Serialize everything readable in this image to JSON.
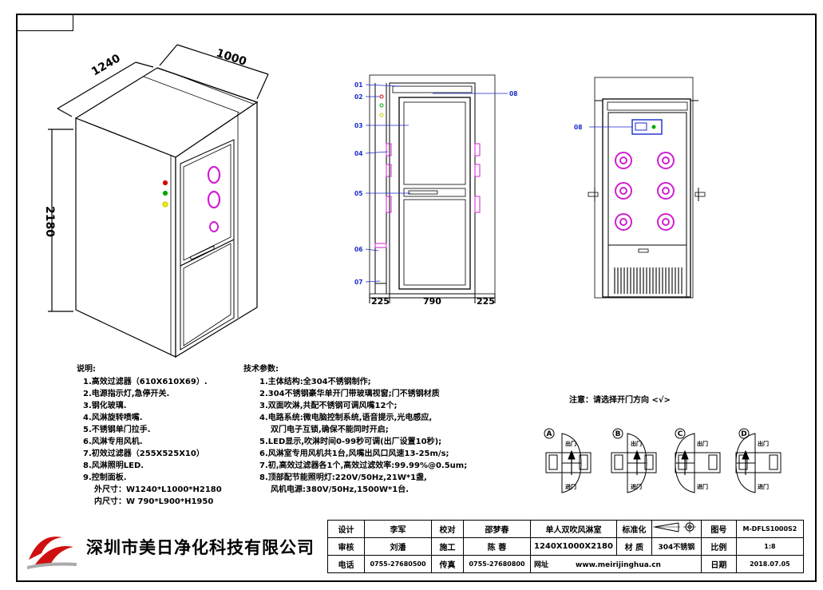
{
  "dimensions": {
    "width_3d": "1240",
    "depth_3d": "1000",
    "height_3d": "2180",
    "front_left": "225",
    "front_mid": "790",
    "front_right": "225"
  },
  "part_labels": [
    "01",
    "02",
    "03",
    "04",
    "05",
    "06",
    "07",
    "08"
  ],
  "control_label": "08",
  "notes": {
    "title": "说明:",
    "items": [
      "1.高效过滤器（610X610X69）.",
      "2.电源指示灯,急停开关.",
      "3.钢化玻璃.",
      "4.风淋旋转喷嘴.",
      "5.不锈钢单门拉手.",
      "6.风淋专用风机.",
      "7.初效过滤器（255X525X10）",
      "8.风淋照明LED.",
      "9.控制面板.",
      "外尺寸：W1240*L1000*H2180",
      "内尺寸：W 790*L900*H1950"
    ]
  },
  "tech": {
    "title": "技术参数:",
    "items": [
      "1.主体结构:全304不锈钢制作;",
      "2.304不锈钢豪华单开门带玻璃视窗;门不锈钢材质",
      "3.双面吹淋,共配不锈钢可调风嘴12个;",
      "4.电路系统:微电脑控制系统,语音提示,光电感应,",
      "双门电子互锁,确保不能同时开启;",
      "5.LED显示,吹淋时间0-99秒可调(出厂设置10秒);",
      "6.风淋室专用风机共1台,风嘴出风口风速13-25m/s;",
      "7.初,高效过滤器各1个,高效过滤效率:99.99%@0.5um;",
      "8.顶部配节能照明灯:220V/50Hz,21W*1盏,",
      "风机电源:380V/50Hz,1500W*1台."
    ]
  },
  "door_note": "注意：请选择开门方向 <√>",
  "door_options": [
    {
      "letter": "A",
      "out": "出门",
      "in": "进门"
    },
    {
      "letter": "B",
      "out": "出门",
      "in": "进门"
    },
    {
      "letter": "C",
      "out": "出门",
      "in": "进门"
    },
    {
      "letter": "D",
      "out": "出门",
      "in": "进门"
    }
  ],
  "title_block": {
    "company": "深圳市美日净化科技有限公司",
    "design_label": "设计",
    "design_value": "李军",
    "check_label": "校对",
    "check_value": "邵梦春",
    "product": "单人双吹风淋室",
    "standard_label": "标准化",
    "drawing_no_label": "图号",
    "drawing_no_value": "M-DFLS1000S2",
    "review_label": "审核",
    "review_value": "刘潘",
    "construction_label": "施工",
    "construction_value": "陈 蓉",
    "size_value": "1240X1000X2180",
    "material_label": "材 质",
    "material_value": "304不锈钢",
    "scale_label": "比例",
    "scale_value": "1:8",
    "phone_label": "电话",
    "phone_value": "0755-27680500",
    "fax_label": "传真",
    "fax_value": "0755-27680800",
    "web_label": "网址",
    "web_value": "www.meirijinghua.cn",
    "date_label": "日期",
    "date_value": "2018.07.05"
  }
}
